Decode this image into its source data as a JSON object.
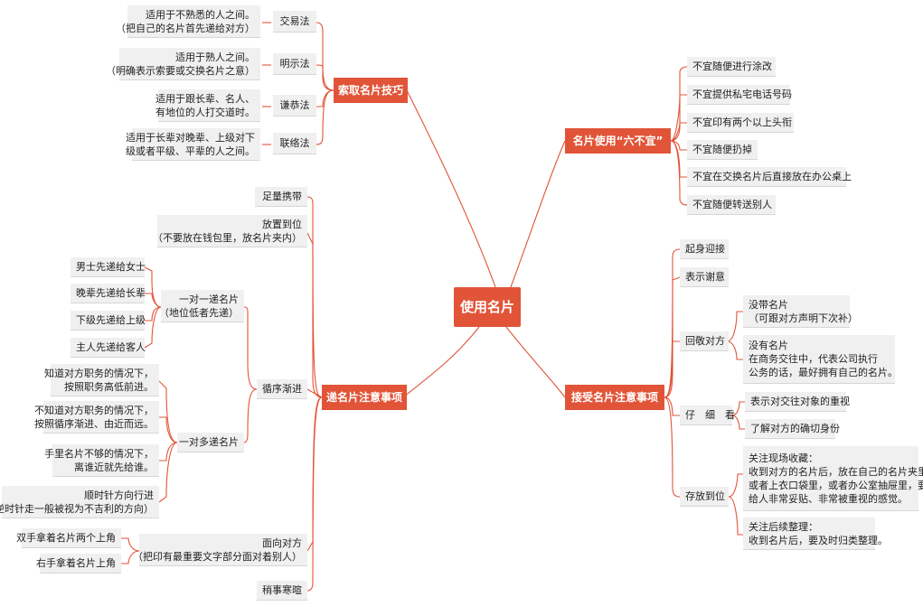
{
  "center": "使用名片",
  "branches": {
    "suoqu": "索取名片技巧",
    "liubuyi": "名片使用“六不宜”",
    "dijiao": "递名片注意事项",
    "jieshou": "接受名片注意事项"
  },
  "suoqu": {
    "methods": [
      "交易法",
      "明示法",
      "谦恭法",
      "联络法"
    ],
    "notes": [
      "适用于不熟悉的人之间。\n（把自己的名片首先递给对方）",
      "适用于熟人之间。\n（明确表示索要或交换名片之意）",
      "适用于跟长辈、名人、\n有地位的人打交道时。",
      "适用于长辈对晚辈、上级对下\n级或者平级、平辈的人之间。"
    ]
  },
  "liubuyi": [
    "不宜随便进行涂改",
    "不宜提供私宅电话号码",
    "不宜印有两个以上头衔",
    "不宜随便扔掉",
    "不宜在交换名片后直接放在办公桌上",
    "不宜随便转送别人"
  ],
  "dijiao": {
    "items": [
      "足量携带",
      "放置到位\n（不要放在钱包里，放名片夹内）",
      "循序渐进",
      "面向对方\n（把印有最重要文字部分面对着别人）",
      "稍事寒暄"
    ],
    "one_to_one": "一对一递名片\n（地位低者先递）",
    "one_to_one_items": [
      "男士先递给女士",
      "晚辈先递给长辈",
      "下级先递给上级",
      "主人先递给客人"
    ],
    "one_to_many": "一对多递名片",
    "one_to_many_items": [
      "知道对方职务的情况下，\n按照职务高低前进。",
      "不知道对方职务的情况下，\n按照循序渐进、由近而远。",
      "手里名片不够的情况下，\n离谁近就先给谁。",
      "顺时针方向行进\n（逆时针走一般被视为不吉利的方向）"
    ],
    "facing_items": [
      "双手拿着名片两个上角",
      "右手拿着名片上角"
    ]
  },
  "jieshou": {
    "items": [
      "起身迎接",
      "表示谢意",
      "回敬对方",
      "仔　细　看",
      "存放到位"
    ],
    "huijing": [
      "没带名片\n（可跟对方声明下次补）",
      "没有名片\n在商务交往中，代表公司执行\n公务的话，最好拥有自己的名片。"
    ],
    "zixi": [
      "表示对交往对象的重视",
      "了解对方的确切身份"
    ],
    "cunfang": [
      "关注现场收藏：\n收到对方的名片后，放在自己的名片夹里，\n或者上衣口袋里，或者办公室抽屉里，要\n给人非常妥贴、非常被重视的感觉。",
      "关注后续整理：\n收到名片后，要及时归类整理。"
    ]
  },
  "colors": {
    "accent": "#e15438",
    "box": "#f0f0f0"
  }
}
